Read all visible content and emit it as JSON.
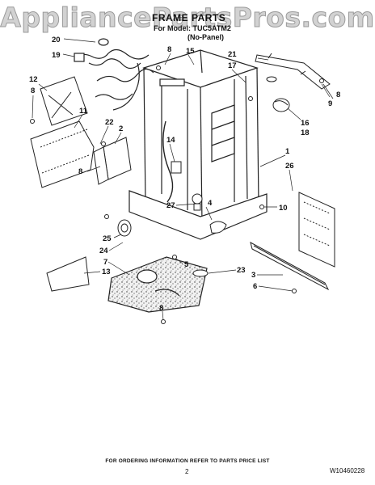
{
  "watermark": "AppliancePartsPros.com",
  "header": {
    "title": "FRAME PARTS",
    "model_line": "For Model: TUC5ATM2",
    "variant_line": "(No-Panel)"
  },
  "callouts": [
    "20",
    "19",
    "8",
    "15",
    "21",
    "17",
    "12",
    "8",
    "11",
    "22",
    "2",
    "9",
    "8",
    "16",
    "18",
    "14",
    "1",
    "26",
    "8",
    "27",
    "4",
    "10",
    "25",
    "24",
    "7",
    "13",
    "5",
    "23",
    "3",
    "6",
    "8"
  ],
  "footer": {
    "instruction": "FOR ORDERING INFORMATION REFER TO PARTS PRICE LIST",
    "page": "2",
    "doc_number": "W10460228"
  }
}
